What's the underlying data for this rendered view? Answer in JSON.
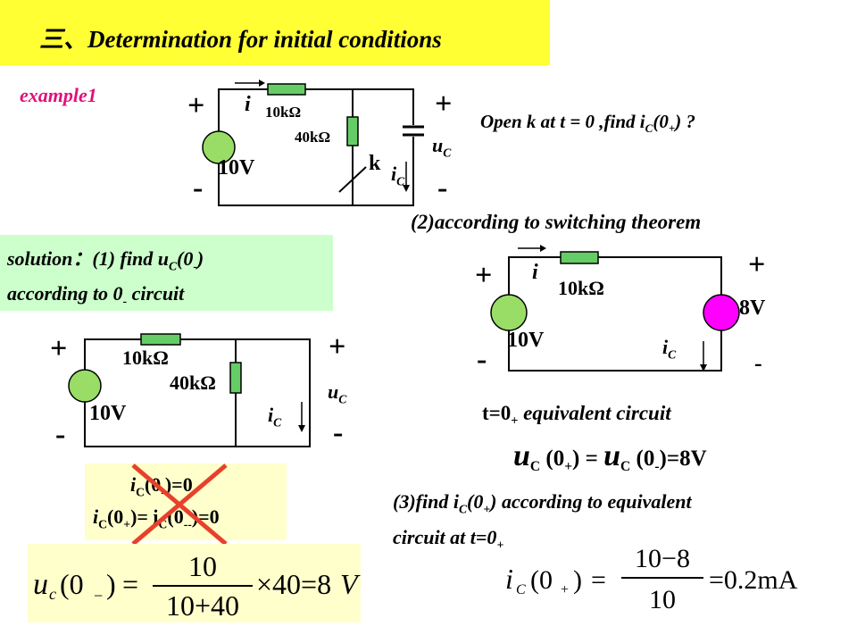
{
  "title": {
    "prefix": "三、",
    "text": "Determination for initial conditions"
  },
  "example": "example1",
  "problem": {
    "text": "Open  k at t = 0 ,find  i",
    "sub": "C",
    "paren": "(0",
    "plus": "+",
    "close": ") ?"
  },
  "circuit1": {
    "resistor1": "10kΩ",
    "resistor2": "40kΩ",
    "source": "10V",
    "current": "i",
    "switch": "k",
    "cap_current": "i",
    "cap_sub": "C",
    "cap_voltage": "u",
    "cap_voltage_sub": "C",
    "plus": "+",
    "minus": "-"
  },
  "solution": {
    "line1a": "solution：(1) find u",
    "line1sub": "C",
    "line1b": "(0",
    "line1minus": "-",
    "line1c": ")",
    "line2a": "according to 0",
    "line2minus": "-",
    "line2b": "  circuit"
  },
  "step2": "(2)according to switching theorem",
  "circuit2": {
    "resistor": "10kΩ",
    "source": "10V",
    "current": "i",
    "vsource": "8V",
    "cap_current": "i",
    "cap_sub": "C",
    "plus": "+",
    "minus": "-",
    "vminus": "-"
  },
  "circuit3": {
    "resistor1": "10kΩ",
    "resistor2": "40kΩ",
    "source": "10V",
    "cap_current": "i",
    "cap_sub": "C",
    "cap_voltage": "u",
    "cap_voltage_sub": "C",
    "plus": "+",
    "minus": "-"
  },
  "equiv_label": {
    "a": "t=0",
    "plus": "+",
    "b": " equivalent circuit"
  },
  "switching_eq": {
    "u1": "u",
    "sub1": "C",
    "arg1": " (0",
    "p1": "+",
    "mid": ") = ",
    "u2": "u",
    "sub2": "C",
    "arg2": " (0",
    "p2": "-",
    "end": ")=8V"
  },
  "crossed": {
    "line1": "i",
    "line1sub": "C",
    "line1b": "(0",
    "line1m": "-",
    "line1c": ")=0",
    "line2": "i",
    "line2sub": "C",
    "line2b": "(0",
    "line2p": "+",
    "line2c": ")= i",
    "line2sub2": "C",
    "line2d": "(0",
    "line2m": "--",
    "line2e": ")=0"
  },
  "step3": {
    "a": "(3)find  i",
    "sub": "C",
    "b": "(0",
    "plus": "+",
    "c": ") according to equivalent",
    "line2a": "circuit at t=0",
    "line2plus": "+"
  },
  "formula1": {
    "lhs_var": "u",
    "lhs_sub": "c",
    "lhs_arg": "(0",
    "lhs_minus": "−",
    "lhs_close": ")",
    "eq": "=",
    "num": "10",
    "den": "10+40",
    "times": "×40=8",
    "unit": "V"
  },
  "formula2": {
    "lhs_var": "i",
    "lhs_sub": "C",
    "lhs_arg": "(0",
    "lhs_plus": "+",
    "lhs_close": ")",
    "eq": "=",
    "num": "10−8",
    "den": "10",
    "result": "=0.2mA"
  },
  "colors": {
    "title_bg": "#ffff33",
    "solution_bg": "#ccffcc",
    "formula_bg": "#ffffcc",
    "source_green": "#99dd66",
    "source_magenta": "#ff00ff",
    "resistor_green": "#66cc66",
    "cross_red": "#e8402a",
    "example_pink": "#e0107a"
  }
}
